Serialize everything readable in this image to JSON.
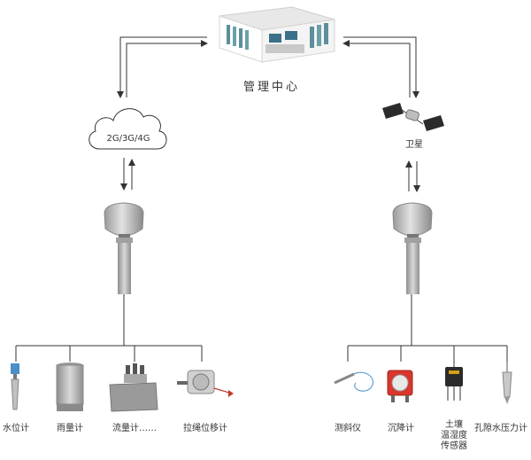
{
  "center": {
    "label": "管理中心"
  },
  "network": {
    "label": "2G/3G/4G"
  },
  "satellite": {
    "label": "卫星"
  },
  "left_sensors": [
    {
      "label": "水位计"
    },
    {
      "label": "雨量计"
    },
    {
      "label": "流量计……"
    },
    {
      "label": "拉绳位移计"
    }
  ],
  "right_sensors": [
    {
      "label": "测斜仪"
    },
    {
      "label": "沉降计"
    },
    {
      "label": "土壤"
    },
    {
      "label": "温湿度"
    },
    {
      "label": "传感器"
    },
    {
      "label": "孔隙水压力计"
    }
  ],
  "colors": {
    "line": "#333333",
    "device": "#b5b5b5",
    "device_dark": "#7a7a7a"
  }
}
